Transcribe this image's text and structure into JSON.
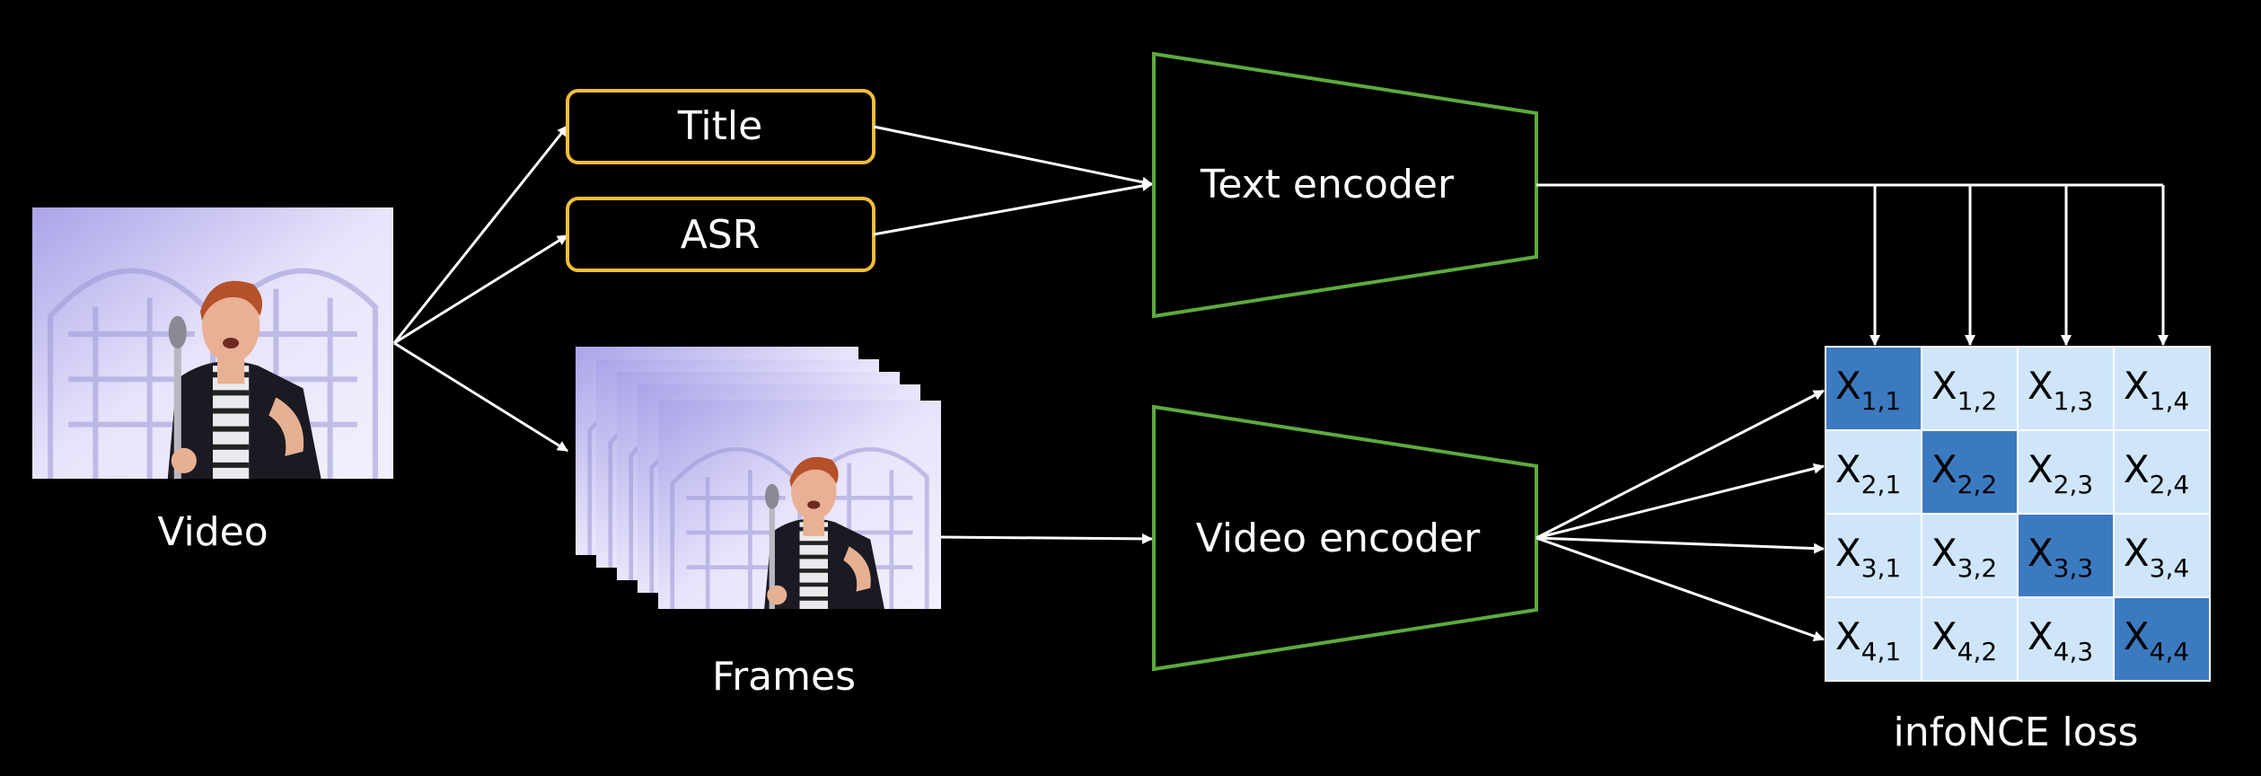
{
  "video": {
    "label": "Video"
  },
  "frames": {
    "label": "Frames"
  },
  "inputs": {
    "title": "Title",
    "asr": "ASR"
  },
  "encoders": {
    "text": "Text encoder",
    "video": "Video encoder"
  },
  "matrix": {
    "caption": "infoNCE loss",
    "symbol": "X",
    "subscripts": [
      [
        "1,1",
        "1,2",
        "1,3",
        "1,4"
      ],
      [
        "2,1",
        "2,2",
        "2,3",
        "2,4"
      ],
      [
        "3,1",
        "3,2",
        "3,3",
        "3,4"
      ],
      [
        "4,1",
        "4,2",
        "4,3",
        "4,4"
      ]
    ]
  },
  "colors": {
    "background": "#000000",
    "line": "#ffffff",
    "input_box_border": "#f4bd3a",
    "encoder_border": "#5daa3d",
    "cell_light": "#cfe6fa",
    "cell_diagonal": "#3c7ac0",
    "image_tint": "#d8d4f4"
  }
}
